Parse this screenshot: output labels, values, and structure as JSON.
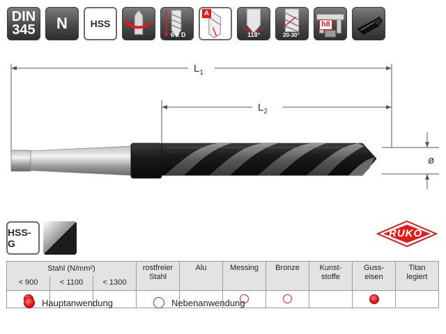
{
  "icons": {
    "din_line1": "DIN",
    "din_line2": "345",
    "type_n": "N",
    "material_hss": "HSS",
    "length_label": "6 x D",
    "point_angle": "118°",
    "helix_angle": "20-30°",
    "point_form": "A",
    "tolerance": "h8"
  },
  "dimensions": {
    "l1": "L",
    "l1_sub": "1",
    "l2": "L",
    "l2_sub": "2",
    "diameter": "ø"
  },
  "badge": {
    "hssg": "HSS-G"
  },
  "logo": {
    "text": "RUKO"
  },
  "table": {
    "steel_header": "Stahl (N/mm²)",
    "steel_sub": [
      "< 900",
      "< 1100",
      "< 1300"
    ],
    "columns": [
      "rostfreier Stahl",
      "Alu",
      "Messing",
      "Bronze",
      "Kunst-stoffe",
      "Guss-eisen",
      "Titan legiert"
    ],
    "marks": [
      "main",
      "",
      "",
      "",
      "",
      "side",
      "side",
      "",
      "main",
      ""
    ]
  },
  "legend": {
    "main_label": "Hauptanwendung",
    "side_label": "Nebenanwendung"
  },
  "colors": {
    "accent_red": "#e21b1b",
    "tile_dark": "#4a4a4a",
    "table_header": "#e3e3e3"
  }
}
